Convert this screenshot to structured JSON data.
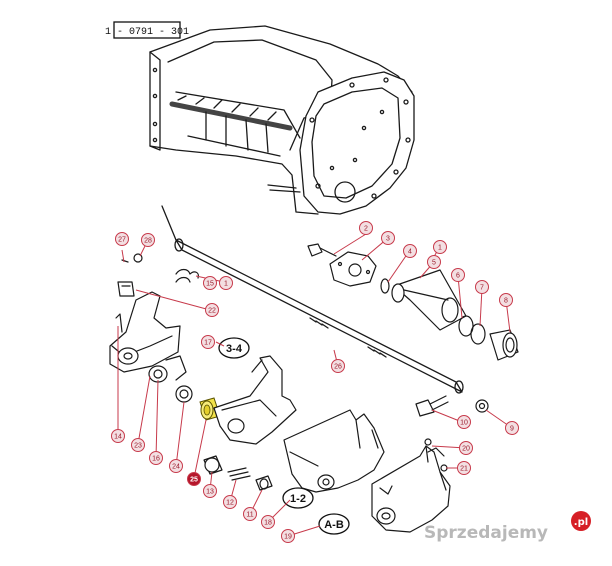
{
  "reference": "1 - 0791 - 301",
  "groups": {
    "a": "3-4",
    "b": "1-2",
    "c": "A-B"
  },
  "callouts": [
    {
      "id": "c1a",
      "label": "1"
    },
    {
      "id": "c1b",
      "label": "1"
    },
    {
      "id": "c2",
      "label": "2"
    },
    {
      "id": "c3",
      "label": "3"
    },
    {
      "id": "c4",
      "label": "4"
    },
    {
      "id": "c5",
      "label": "5"
    },
    {
      "id": "c6",
      "label": "6"
    },
    {
      "id": "c7",
      "label": "7"
    },
    {
      "id": "c8",
      "label": "8"
    },
    {
      "id": "c9",
      "label": "9"
    },
    {
      "id": "c10",
      "label": "10"
    },
    {
      "id": "c11",
      "label": "11"
    },
    {
      "id": "c12",
      "label": "12"
    },
    {
      "id": "c13",
      "label": "13"
    },
    {
      "id": "c14",
      "label": "14"
    },
    {
      "id": "c15",
      "label": "15"
    },
    {
      "id": "c16",
      "label": "16"
    },
    {
      "id": "c17",
      "label": "17"
    },
    {
      "id": "c18",
      "label": "18"
    },
    {
      "id": "c19",
      "label": "19"
    },
    {
      "id": "c20",
      "label": "20"
    },
    {
      "id": "c21",
      "label": "21"
    },
    {
      "id": "c22",
      "label": "22"
    },
    {
      "id": "c23",
      "label": "23"
    },
    {
      "id": "c24",
      "label": "24"
    },
    {
      "id": "c25",
      "label": "25"
    },
    {
      "id": "c26",
      "label": "26"
    },
    {
      "id": "c27",
      "label": "27"
    },
    {
      "id": "c28",
      "label": "28"
    }
  ],
  "watermark": {
    "text": "Sprzedajemy",
    "suffix": ".pl"
  },
  "colors": {
    "callout_ring": "#c73a4b",
    "callout_fill": "#f3dfe2",
    "highlight_fill": "#b5162b",
    "highlight_part": "#f2e24a"
  }
}
